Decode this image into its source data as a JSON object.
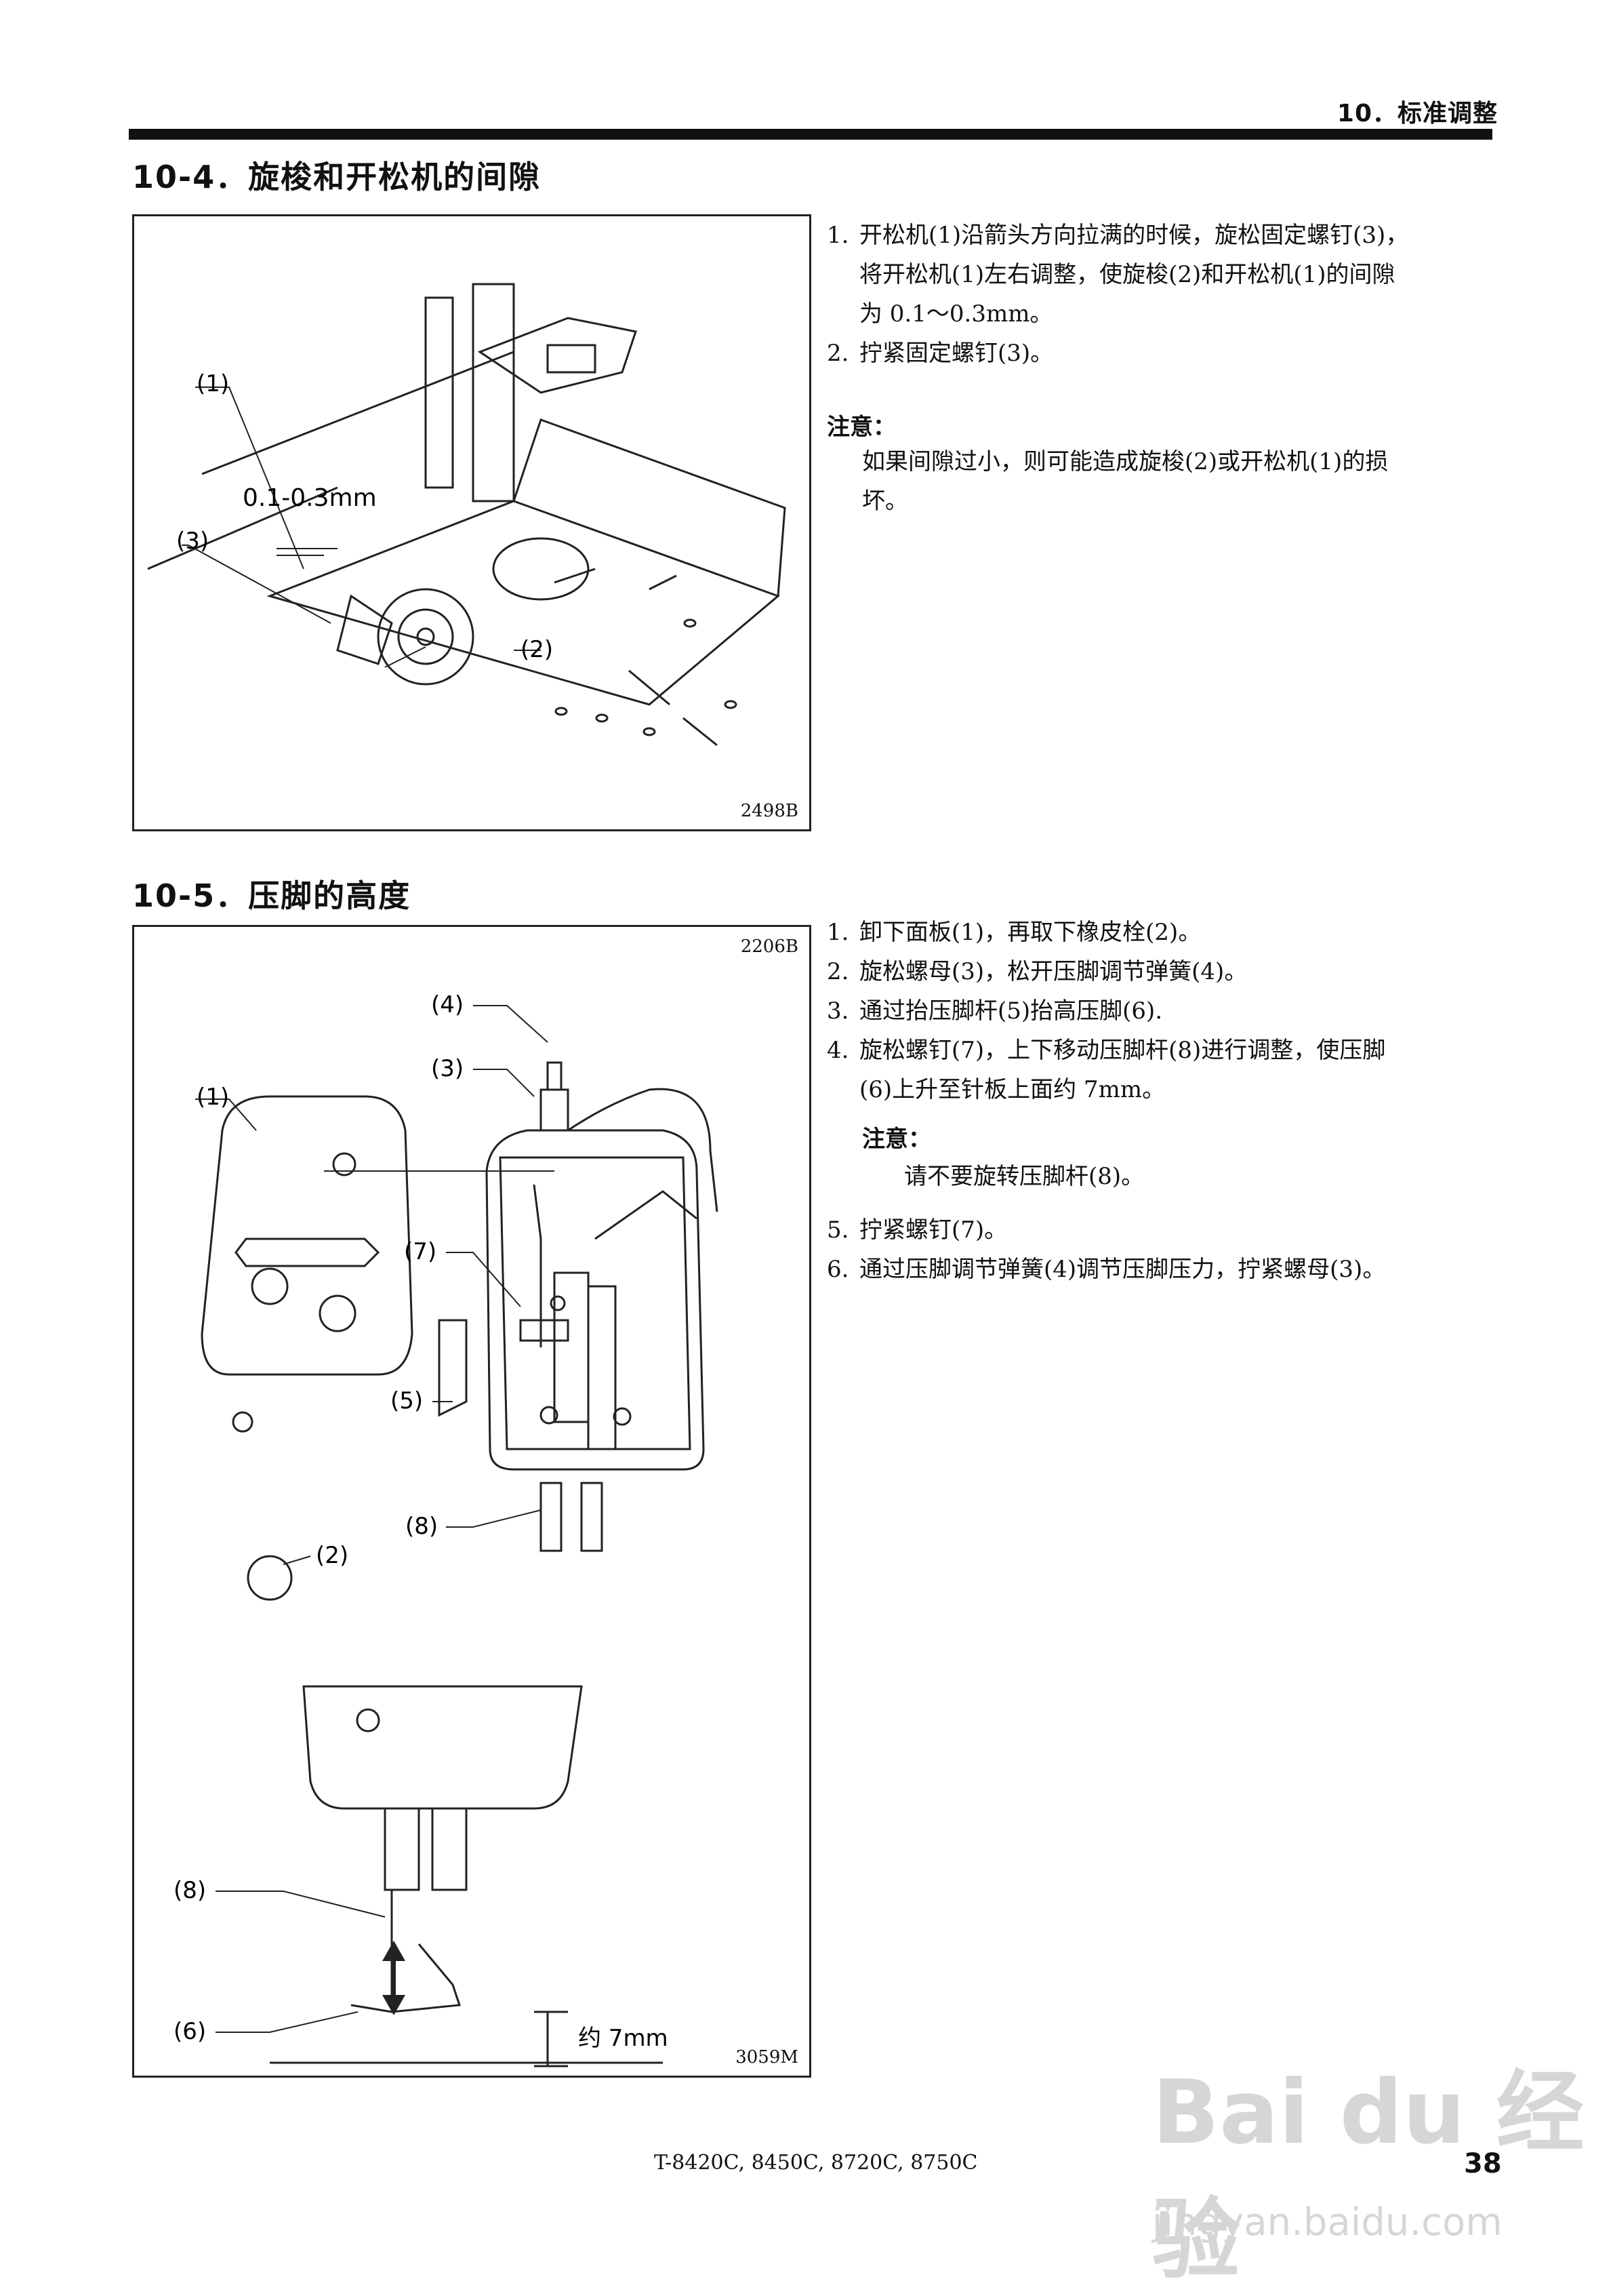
{
  "header": {
    "label": "10．标准调整"
  },
  "section1": {
    "title": "10-4．旋梭和开松机的间隙",
    "figure_code": "2498B",
    "figure_labels": {
      "gap": "0.1-0.3mm",
      "l1": "(1)",
      "l2": "(2)",
      "l3": "(3)"
    },
    "steps": [
      {
        "num": "1.",
        "lines": [
          "开松机(1)沿箭头方向拉满的时候，旋松固定螺钉(3)，",
          "将开松机(1)左右调整，使旋梭(2)和开松机(1)的间隙",
          "为 0.1～0.3mm。"
        ]
      },
      {
        "num": "2.",
        "lines": [
          "拧紧固定螺钉(3)。"
        ]
      }
    ],
    "note_title": "注意：",
    "note_lines": [
      "如果间隙过小，则可能造成旋梭(2)或开松机(1)的损",
      "坏。"
    ]
  },
  "section2": {
    "title": "10-5．压脚的高度",
    "figure_code_top": "2206B",
    "figure_code_bottom": "3059M",
    "figure_labels": {
      "l1": "(1)",
      "l2": "(2)",
      "l3": "(3)",
      "l4": "(4)",
      "l5": "(5)",
      "l6": "(6)",
      "l7": "(7)",
      "l8a": "(8)",
      "l8b": "(8)",
      "height": "约 7mm"
    },
    "steps": [
      {
        "num": "1.",
        "lines": [
          "卸下面板(1)，再取下橡皮栓(2)。"
        ]
      },
      {
        "num": "2.",
        "lines": [
          "旋松螺母(3)，松开压脚调节弹簧(4)。"
        ]
      },
      {
        "num": "3.",
        "lines": [
          "通过抬压脚杆(5)抬高压脚(6)."
        ]
      },
      {
        "num": "4.",
        "lines": [
          "旋松螺钉(7)，上下移动压脚杆(8)进行调整，使压脚",
          "(6)上升至针板上面约 7mm。"
        ]
      }
    ],
    "note_title": "注意：",
    "note_lines": [
      "请不要旋转压脚杆(8)。"
    ],
    "steps_after": [
      {
        "num": "5.",
        "lines": [
          "拧紧螺钉(7)。"
        ]
      },
      {
        "num": "6.",
        "lines": [
          "通过压脚调节弹簧(4)调节压脚压力，拧紧螺母(3)。"
        ]
      }
    ]
  },
  "footer": {
    "models": "T-8420C, 8450C, 8720C, 8750C",
    "page": "38"
  },
  "watermark": {
    "brand": "Bai du 经验",
    "url": "jingyan.baidu.com"
  }
}
